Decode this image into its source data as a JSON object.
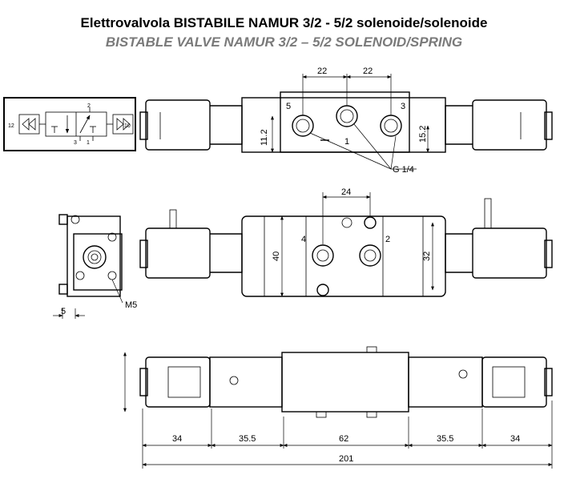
{
  "title_it": "Elettrovalvola BISTABILE NAMUR 3/2 - 5/2 solenoide/solenoide",
  "title_en": "BISTABLE VALVE NAMUR 3/2 – 5/2 SOLENOID/SPRING",
  "symbol": {
    "port_left": "12",
    "port_right": "10",
    "port_top": "2",
    "port_bottom_left": "3",
    "port_bottom_right": "1"
  },
  "top_view": {
    "dim_left": "22",
    "dim_right": "22",
    "port_5": "5",
    "port_1": "1",
    "port_3": "3",
    "dim_height_left": "11.2",
    "dim_height_right": "15.2",
    "thread": "G 1/4"
  },
  "mid_view": {
    "dim_spacing": "24",
    "port_4": "4",
    "port_2": "2",
    "dim_height": "40",
    "dim_height_inner": "32"
  },
  "side_view": {
    "screw": "M5",
    "dim_offset": "5"
  },
  "bottom_view": {
    "dim_1": "34",
    "dim_2": "35.5",
    "dim_3": "62",
    "dim_4": "35.5",
    "dim_5": "34",
    "dim_total": "201"
  }
}
